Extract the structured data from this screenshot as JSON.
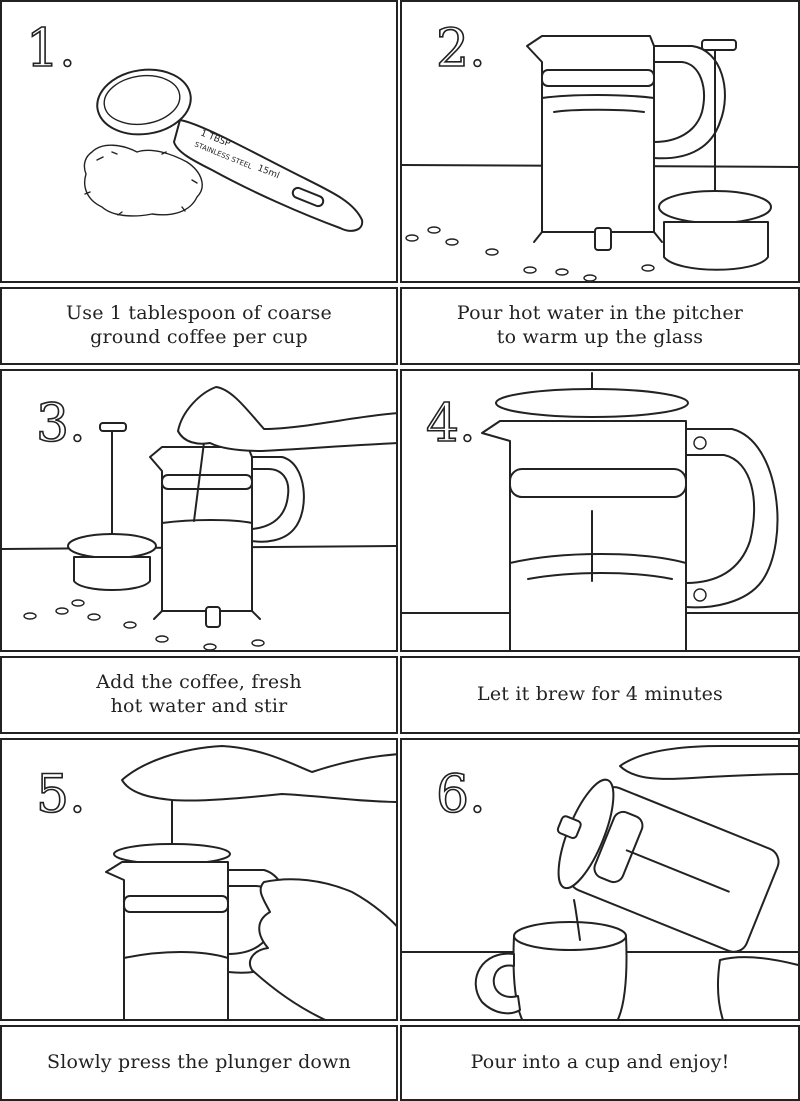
{
  "steps": [
    {
      "number": "1.",
      "caption": "Use 1 tablespoon of coarse\nground coffee per cup"
    },
    {
      "number": "2.",
      "caption": "Pour hot water in the pitcher\nto warm up the glass"
    },
    {
      "number": "3.",
      "caption": "Add the coffee, fresh\nhot water and stir"
    },
    {
      "number": "4.",
      "caption": "Let it brew for 4 minutes"
    },
    {
      "number": "5.",
      "caption": "Slowly press the plunger down"
    },
    {
      "number": "6.",
      "caption": "Pour into a cup and enjoy!"
    }
  ],
  "spoon": {
    "line1": "1 TBSP",
    "line2": "STAINLESS STEEL",
    "line3": "15ml"
  }
}
